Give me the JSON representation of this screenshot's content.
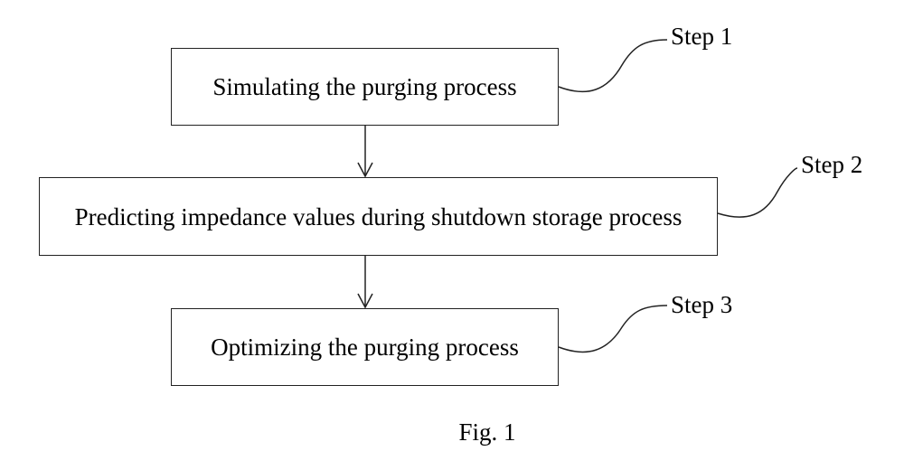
{
  "diagram": {
    "steps": [
      {
        "box_text": "Simulating the purging process",
        "label": "Step 1"
      },
      {
        "box_text": "Predicting impedance values during shutdown storage process",
        "label": "Step 2"
      },
      {
        "box_text": "Optimizing the purging process",
        "label": "Step 3"
      }
    ],
    "caption": "Fig. 1",
    "line_color": "#222222"
  }
}
